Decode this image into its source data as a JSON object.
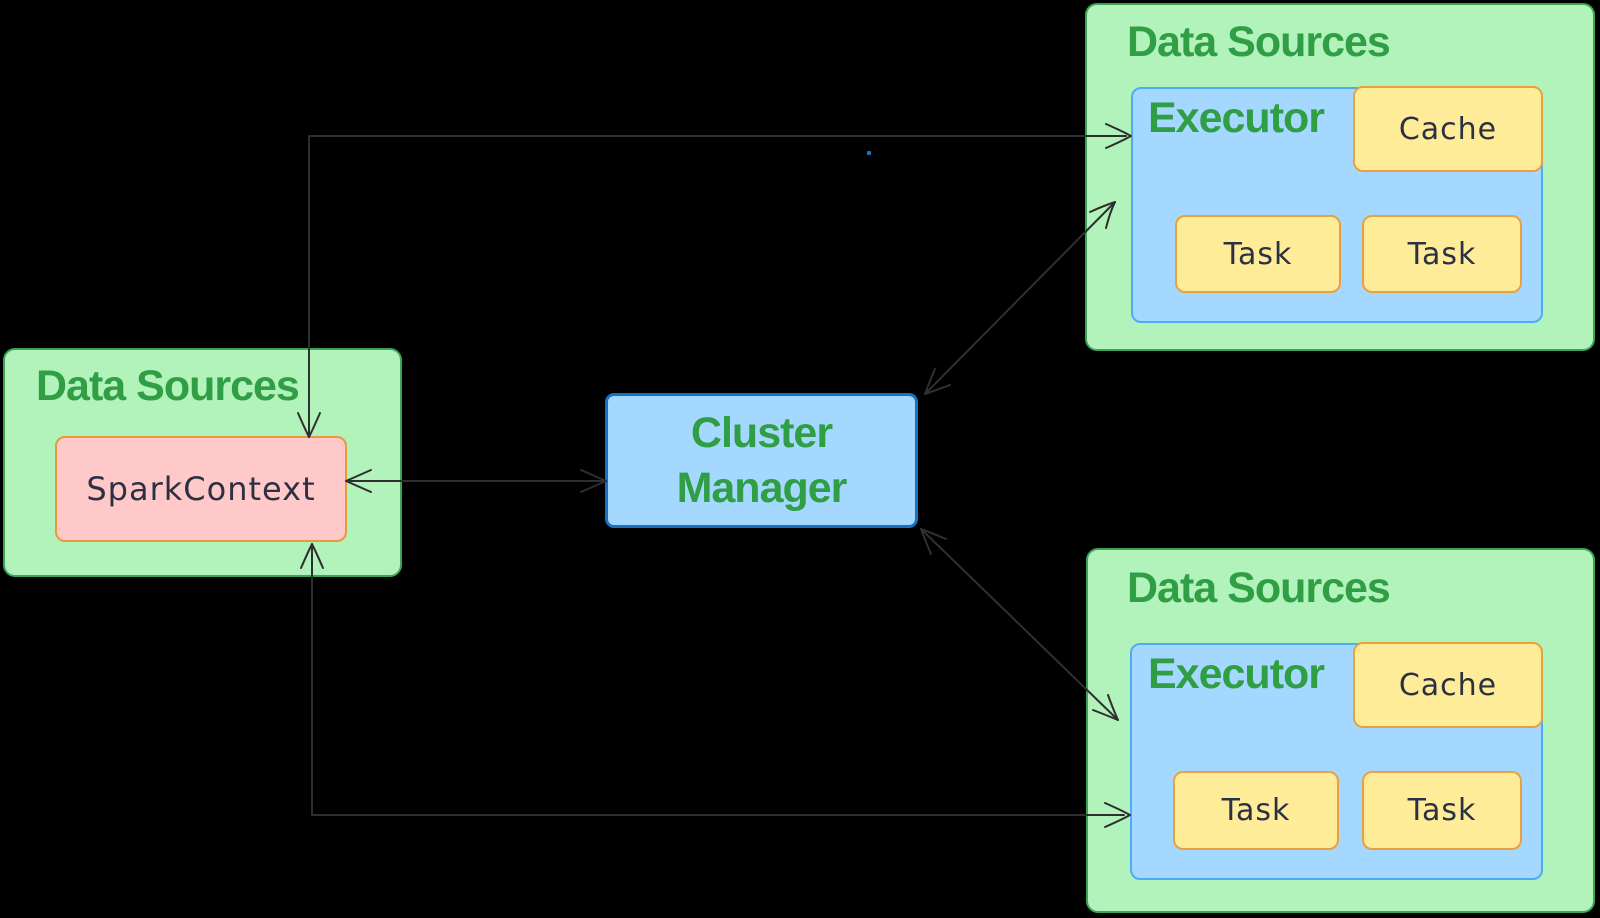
{
  "diagram": {
    "background": "#000000",
    "connector_color": "#2f2f2f",
    "palette": {
      "group_fill": "#b2f2bb",
      "group_border": "#3aa458",
      "green_text": "#2f9e44",
      "blue_fill": "#a5d8ff",
      "executor_border": "#4dabf7",
      "cluster_manager_border": "#1971c2",
      "yellow_fill": "#ffec99",
      "yellow_border": "#e6a23e",
      "pink_fill": "#ffc9c9",
      "pink_border": "#e8983f",
      "handwritten_text": "#2b3143"
    },
    "driver_group": {
      "title": "Data Sources",
      "spark_context_label": "SparkContext"
    },
    "cluster_manager": {
      "lines": [
        "Cluster",
        "Manager"
      ]
    },
    "executor_groups": [
      {
        "title": "Data Sources",
        "executor_label": "Executor",
        "cache_label": "Cache",
        "task_labels": [
          "Task",
          "Task"
        ]
      },
      {
        "title": "Data Sources",
        "executor_label": "Executor",
        "cache_label": "Cache",
        "task_labels": [
          "Task",
          "Task"
        ]
      }
    ]
  }
}
